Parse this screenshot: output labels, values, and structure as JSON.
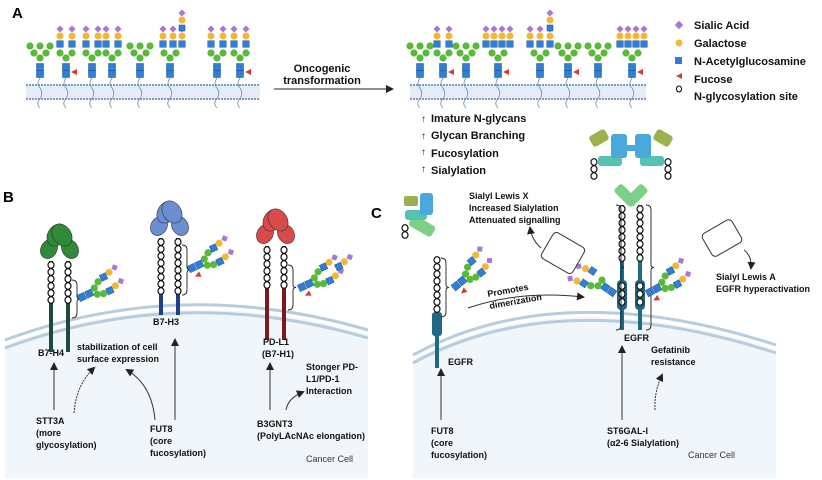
{
  "panels": {
    "a": {
      "label": "A",
      "arrow_label_line1": "Oncogenic",
      "arrow_label_line2": "transformation",
      "changes": [
        {
          "icon": "up-arrow-icon",
          "text": "Imature N-glycans"
        },
        {
          "icon": "up-arrow-icon",
          "text": "Glycan Branching"
        },
        {
          "icon": "up-arrow-icon",
          "text": "Fucosylation"
        },
        {
          "icon": "up-arrow-icon",
          "text": "Sialylation"
        }
      ],
      "legend": [
        {
          "symbol": "sialic-acid-diamond",
          "label": "Sialic Acid",
          "color": "#a678d4"
        },
        {
          "symbol": "galactose-circle",
          "label": "Galactose",
          "color": "#f5b731"
        },
        {
          "symbol": "n-acetylglucosamine-square",
          "label": "N-Acetylglucosamine",
          "color": "#2f7fd8"
        },
        {
          "symbol": "fucose-triangle",
          "label": "Fucose",
          "color": "#d63a3a"
        },
        {
          "symbol": "n-glycosylation-site-ring",
          "label": "N-glycosylation site",
          "color": "#000000"
        }
      ]
    },
    "b": {
      "label": "B",
      "proteins": [
        {
          "name": "B7-H4",
          "color": "#2e8b3a",
          "stalk": "#1f4a3a"
        },
        {
          "name": "B7-H3",
          "color": "#6a8fd0",
          "stalk": "#1f3f8a"
        },
        {
          "name_line1": "PD-L1",
          "name_line2": "(B7-H1)",
          "color": "#d94a4a",
          "stalk": "#7a1a1f"
        }
      ],
      "effect": {
        "line1": "stabilization of cell",
        "line2": "surface expression"
      },
      "enzymes": [
        {
          "line1": "STT3A",
          "line2": "(more",
          "line3": "glycosylation)"
        },
        {
          "line1": "FUT8",
          "line2": "(core",
          "line3": "fucosylation)"
        },
        {
          "line1": "B3GNT3",
          "line2": "(PolyLAcNAc elongation)"
        }
      ],
      "interaction": {
        "line1": "Stonger PD-",
        "line2": "L1/PD-1",
        "line3": "Interaction"
      },
      "cell_label": "Cancer Cell"
    },
    "c": {
      "label": "C",
      "receptor_left": "EGFR",
      "receptor_right": "EGFR",
      "dimerization": {
        "line1": "Promotes",
        "line2": "dimerization"
      },
      "slex": {
        "line1": "Sialyl Lewis X",
        "line2": "Increased Sialylation",
        "line3": "Attenuated signalling"
      },
      "slea": {
        "line1": "Sialyl Lewis A",
        "line2": "EGFR hyperactivation"
      },
      "enzyme_left": {
        "line1": "FUT8",
        "line2": "(core",
        "line3": "fucosylation)"
      },
      "enzyme_right": {
        "line1": "ST6GAL-I",
        "line2": "(α2-6 Sialylation)"
      },
      "drug": {
        "line1": "Gefatinib",
        "line2": "resistance"
      },
      "cell_label": "Cancer Cell"
    }
  }
}
